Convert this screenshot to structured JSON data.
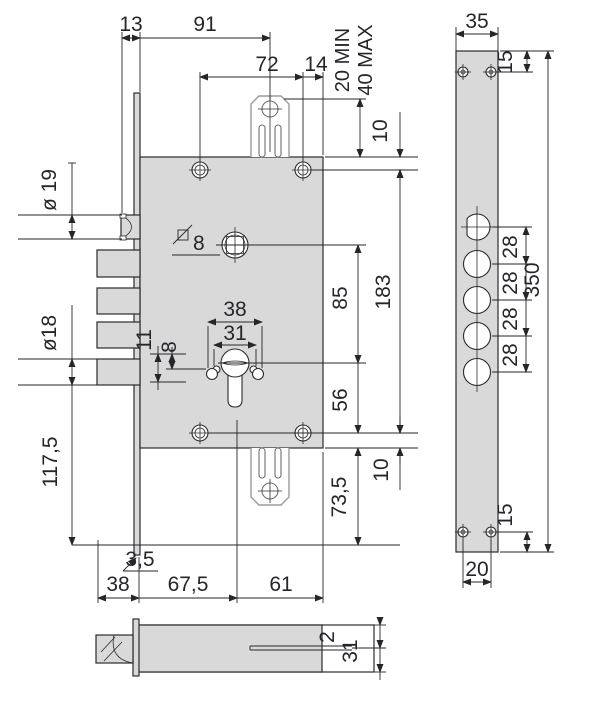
{
  "drawing": {
    "type": "technical-drawing",
    "subject": "mortise lock dimensional drawing",
    "colors": {
      "line": "#26262a",
      "part_fill": "#d9d9d9",
      "background": "#ffffff"
    }
  },
  "front_view": {
    "d13": "13",
    "d91": "91",
    "d72": "72",
    "d14": "14",
    "d20min": "20 MIN",
    "d40max": "40 MAX",
    "d10_top": "10",
    "d10_bottom": "10",
    "dia19": "ø 19",
    "dia18": "ø18",
    "sq8": "8",
    "d38_holes": "38",
    "d31": "31",
    "d11": "11",
    "d8": "8",
    "d85": "85",
    "d183": "183",
    "d56": "56",
    "d73_5": "73,5",
    "d117_5": "117,5",
    "d3_5": "3,5",
    "d38_bottom": "38",
    "d67_5": "67,5",
    "d61": "61"
  },
  "side_view": {
    "d35": "35",
    "d15_top": "15",
    "d28_1": "28",
    "d28_2": "28",
    "d28_3": "28",
    "d28_4": "28",
    "d350": "350",
    "d15_bottom": "15",
    "d20": "20"
  },
  "bottom_view": {
    "d2": "2",
    "d31": "31"
  }
}
